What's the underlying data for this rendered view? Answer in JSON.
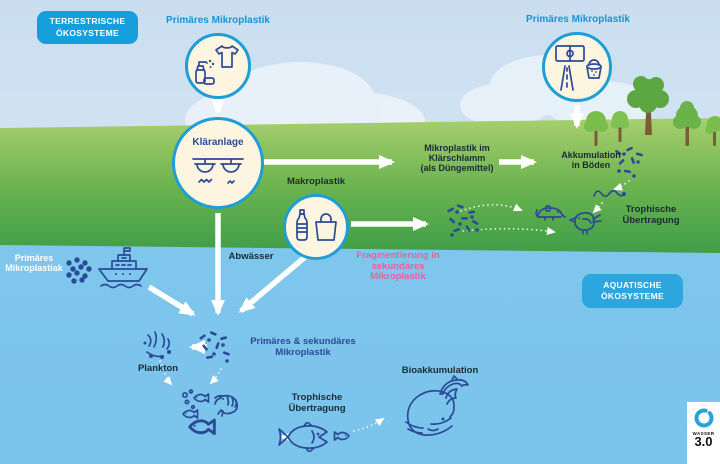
{
  "scene": {
    "badge_terrestrial": "TERRESTRISCHE\nÖKOSYSTEME",
    "badge_aquatic": "AQUATISCHE\nÖKOSYSTEME",
    "label_primary_mp_left": "Primäres Mikroplastik",
    "label_primary_mp_right": "Primäres Mikroplastik",
    "label_primary_mp_ship": "Primäres\nMikroplastiak",
    "label_klaeranlage": "Kläranlage",
    "label_makroplastik": "Makroplastik",
    "label_abwaesser": "Abwässer",
    "label_klaerschlamm": "Mikroplastik im\nKlärschlamm\n(als Düngemittel)",
    "label_akkumulation": "Akkumulation\nin Böden",
    "label_trophische_land": "Trophische\nÜbertragung",
    "label_fragmentierung": "Fragmentierung in\nsekundäres\nMikroplastik",
    "label_prim_sek": "Primäres & sekundäres\nMikroplastik",
    "label_plankton": "Plankton",
    "label_trophische_water": "Trophische\nÜbertragung",
    "label_bioakkumulation": "Bioakkumulation",
    "logo": {
      "name": "WASSER",
      "version": "3.0"
    }
  },
  "colors": {
    "badge_blue": "#149fdc",
    "label_blue": "#1793d6",
    "navy_icon": "#2b4b97",
    "dark_text": "#1c2b33",
    "pink_text": "#ee5f9f",
    "circle_fill": "#fdf5df",
    "circle_border": "#1d9ed6",
    "grass_green": "#58ab4d",
    "water_blue": "#7cc4eb",
    "sky_blue": "#cfe3f3",
    "arrow_white": "#ffffff"
  },
  "icons": [
    "tshirt-icon",
    "cosmetics-spray-icon",
    "treatment-plant-icon",
    "bottle-icon",
    "shopping-bag-icon",
    "sports-field-icon",
    "road-icon",
    "bucket-icon",
    "ship-icon",
    "microplastic-particles-icon",
    "worm-icon",
    "mouse-icon",
    "bird-icon",
    "plankton-icon",
    "shrimp-icon",
    "fish-icon",
    "big-fish-icon",
    "whale-icon",
    "dolphin-icon",
    "tree-icon",
    "cloud-icon",
    "wasser-logo-circle-icon"
  ]
}
